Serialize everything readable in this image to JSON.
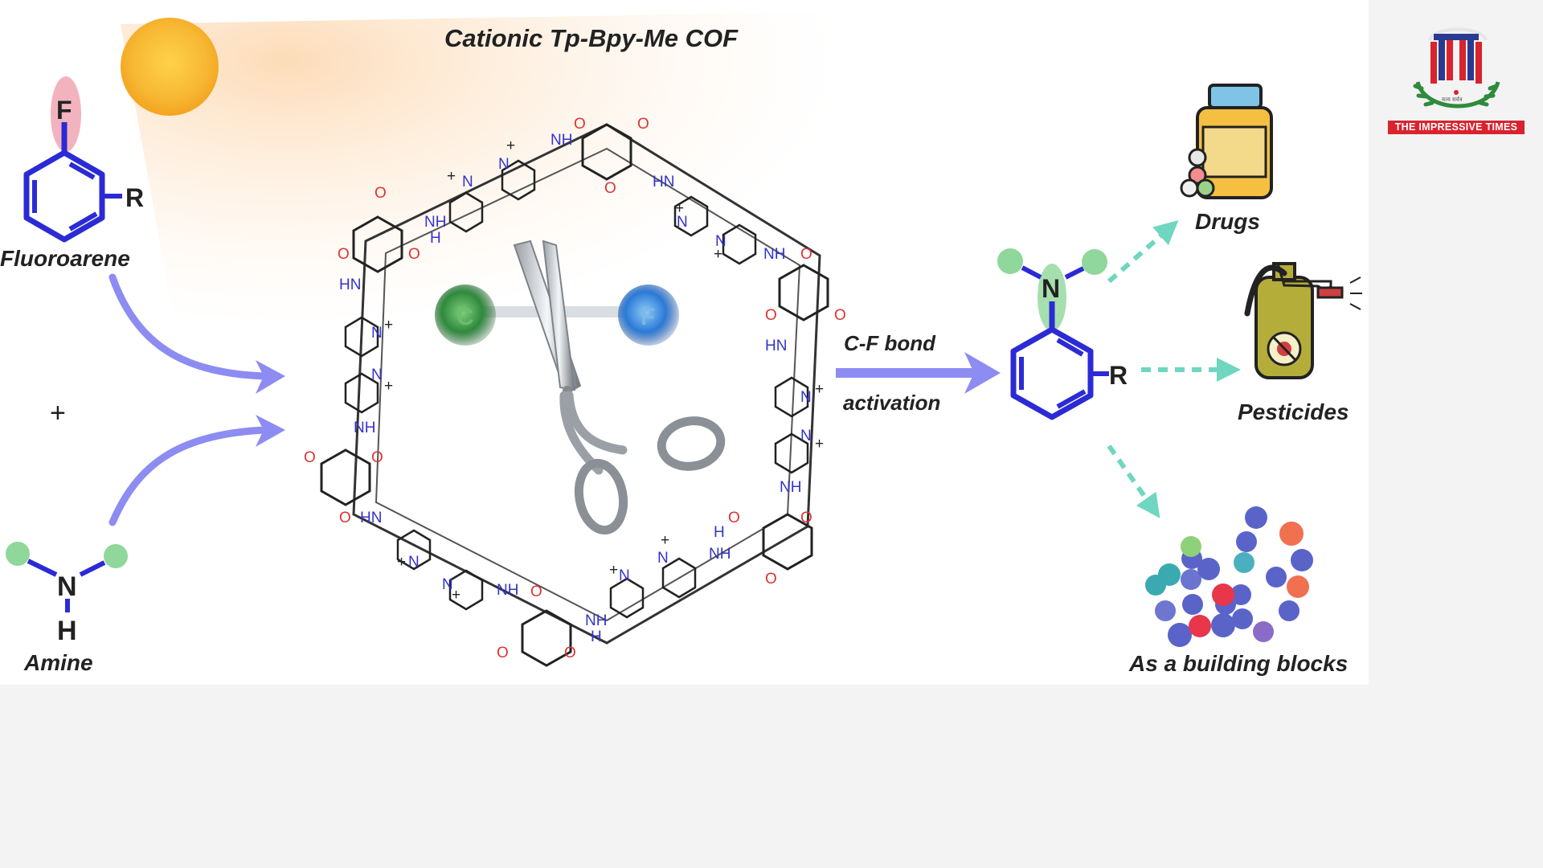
{
  "figure": {
    "title": "Cationic Tp-Bpy-Me COF",
    "reactants": {
      "fluoroarene_label": "Fluoroarene",
      "fluoroarene_atoms": {
        "fluorine": "F",
        "substituent": "R"
      },
      "plus_sign": "+",
      "amine_label": "Amine",
      "amine_atoms": {
        "nitrogen": "N",
        "hydrogen": "H"
      }
    },
    "catalyst": {
      "bond_atoms": {
        "carbon": "C",
        "fluorine": "F"
      },
      "framework_labels": {
        "nh": "NH",
        "hn": "HN",
        "o": "O",
        "n_plus": "N",
        "plus": "+",
        "h": "H",
        "n": "N"
      }
    },
    "reaction": {
      "line1": "C-F bond",
      "line2": "activation"
    },
    "product": {
      "nitrogen": "N",
      "substituent": "R"
    },
    "applications": {
      "drugs": "Drugs",
      "pesticides": "Pesticides",
      "building_blocks": "As a building blocks"
    }
  },
  "logo": {
    "text": "THE IMPRESSIVE TIMES",
    "tagline": "सत्य सर्वत्र"
  },
  "colors": {
    "bond_blue": "#2b2bd6",
    "arrow_lavender": "#8d8cf2",
    "arrow_teal": "#6fd6c0",
    "highlight_pink": "#f0a0ae",
    "highlight_green": "#8fd79a",
    "sun": "#f7b733",
    "carbon_ball": "#2f8a3e",
    "fluorine_ball": "#2b7ad6",
    "logo_red": "#d9232d",
    "logo_blue": "#2a3b8f"
  }
}
